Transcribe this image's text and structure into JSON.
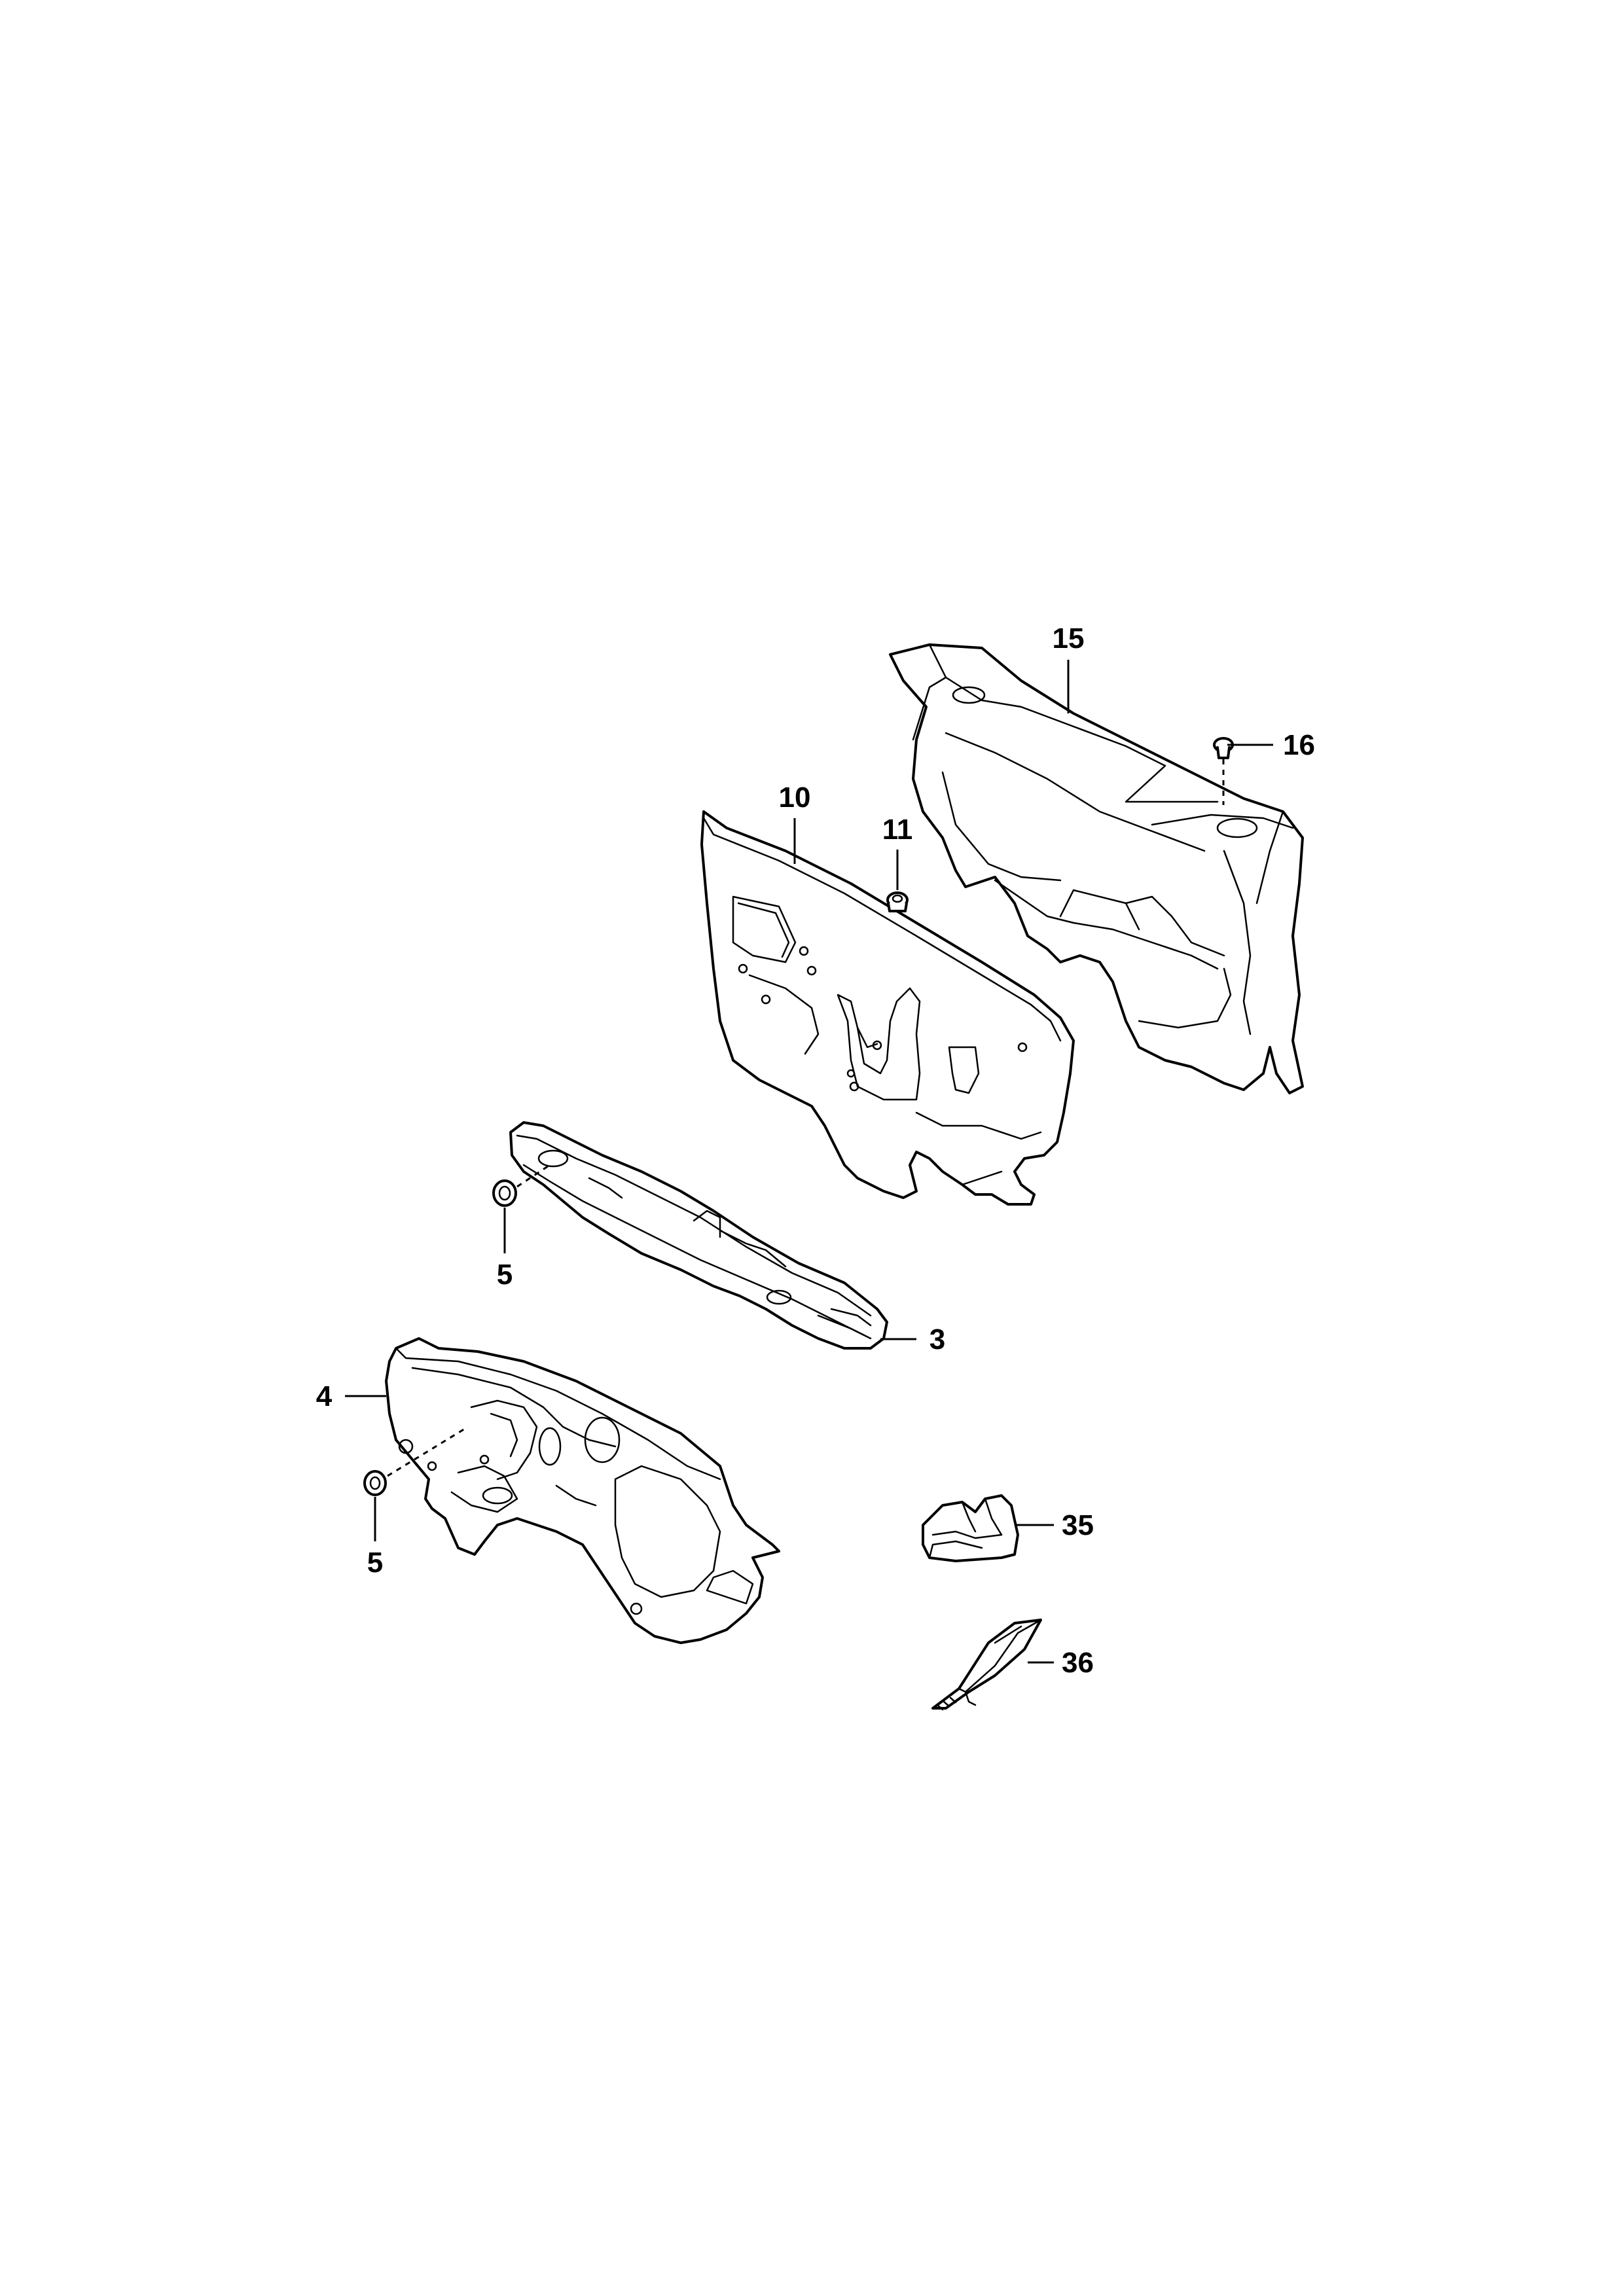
{
  "callouts": {
    "c15": "15",
    "c16": "16",
    "c10": "10",
    "c11": "11",
    "c5a": "5",
    "c3": "3",
    "c4": "4",
    "c5b": "5",
    "c35": "35",
    "c36": "36"
  }
}
